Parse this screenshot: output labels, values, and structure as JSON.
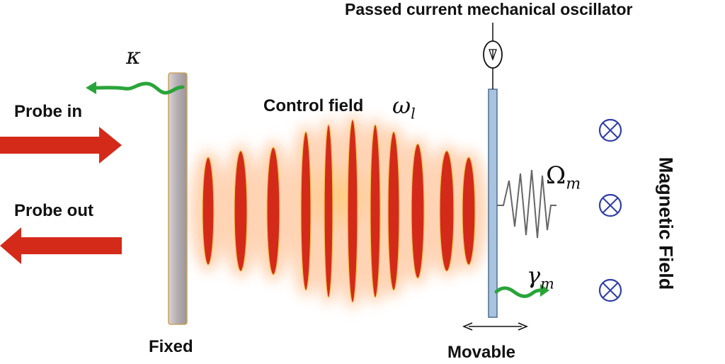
{
  "labels": {
    "top_title": "Passed current mechanical oscillator",
    "probe_in": "Probe in",
    "probe_out": "Probe out",
    "control_field": "Control field",
    "fixed": "Fixed",
    "movable": "Movable",
    "magnetic_field": "Magnetic Field"
  },
  "symbols": {
    "kappa": "κ",
    "omega_l": "ω",
    "omega_l_sub": "l",
    "Omega": "Ω",
    "Omega_sub": "m",
    "gamma": "γ",
    "gamma_sub": "m"
  },
  "colors": {
    "probe_arrow": "#d42a1a",
    "beam_core": "#d42a1a",
    "beam_glow": "#ffb27a",
    "beam_waist_glow": "#ffe48a",
    "green_arrow": "#2aa43a",
    "field_symbol": "#2f3fa8",
    "fixed_mirror": "#b8b2b6",
    "movable_mirror": "#a9c3de"
  },
  "field_symbol_count": 3
}
